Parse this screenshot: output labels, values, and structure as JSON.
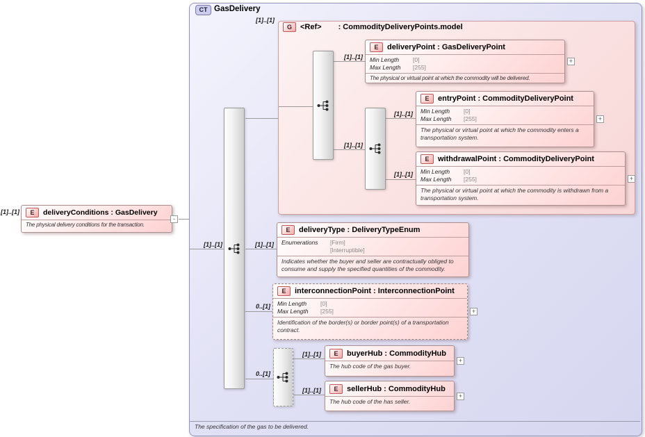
{
  "root_element": {
    "cardinality": "[1]..[1]",
    "badge": "E",
    "title": "deliveryConditions : GasDelivery",
    "annotation": "The physical delivery conditions for the transaction.",
    "collapse_glyph": "-"
  },
  "complex_type": {
    "badge": "CT",
    "title": "GasDelivery",
    "footer_annotation": "The specification of the gas to be delivered."
  },
  "group_ref": {
    "cardinality": "[1]..[1]",
    "badge": "G",
    "name": "<Ref>",
    "type_suffix": ": CommodityDeliveryPoints.model"
  },
  "cardinalities": {
    "main_sequence": "[1]..[1]",
    "delivery_point": "[1]..[1]",
    "inner_sequence": "[1]..[1]",
    "entry_point": "[1]..[1]",
    "withdrawal_point": "[1]..[1]",
    "delivery_type": "[1]..[1]",
    "interconnection_point": "0..[1]",
    "hub_sequence": "0..[1]",
    "buyer_hub": "[1]..[1]",
    "seller_hub": "[1]..[1]"
  },
  "elements": {
    "delivery_point": {
      "badge": "E",
      "title": "deliveryPoint : GasDeliveryPoint",
      "facets": [
        {
          "name": "Min Length",
          "value": "[0]"
        },
        {
          "name": "Max Length",
          "value": "[255]"
        }
      ],
      "annotation": "The physical or virtual point at which the commodity will be delivered.",
      "expand_glyph": "+"
    },
    "entry_point": {
      "badge": "E",
      "title": "entryPoint : CommodityDeliveryPoint",
      "facets": [
        {
          "name": "Min Length",
          "value": "[0]"
        },
        {
          "name": "Max Length",
          "value": "[255]"
        }
      ],
      "annotation": "The physical or virtual point at which the commodity enters a transportation system.",
      "expand_glyph": "+"
    },
    "withdrawal_point": {
      "badge": "E",
      "title": "withdrawalPoint : CommodityDeliveryPoint",
      "facets": [
        {
          "name": "Min Length",
          "value": "[0]"
        },
        {
          "name": "Max Length",
          "value": "[255]"
        }
      ],
      "annotation": "The physical or virtual point at which the commodity is withdrawn from a transportation system.",
      "expand_glyph": "+"
    },
    "delivery_type": {
      "badge": "E",
      "title": "deliveryType : DeliveryTypeEnum",
      "enum_label": "Enumerations",
      "enum_values": [
        "[Firm]",
        "[Interruptible]"
      ],
      "annotation": "Indicates whether the buyer and seller are contractually obliged to consume and supply the specified quantities of the commodity."
    },
    "interconnection_point": {
      "badge": "E",
      "title": "interconnectionPoint : InterconnectionPoint",
      "facets": [
        {
          "name": "Min Length",
          "value": "[0]"
        },
        {
          "name": "Max Length",
          "value": "[255]"
        }
      ],
      "annotation": "Identification of the border(s) or border point(s) of a transportation contract.",
      "expand_glyph": "+"
    },
    "buyer_hub": {
      "badge": "E",
      "title": "buyerHub : CommodityHub",
      "annotation": "The hub code of the gas buyer.",
      "expand_glyph": "+"
    },
    "seller_hub": {
      "badge": "E",
      "title": "sellerHub : CommodityHub",
      "annotation": "The hub code of the has seller.",
      "expand_glyph": "+"
    }
  }
}
